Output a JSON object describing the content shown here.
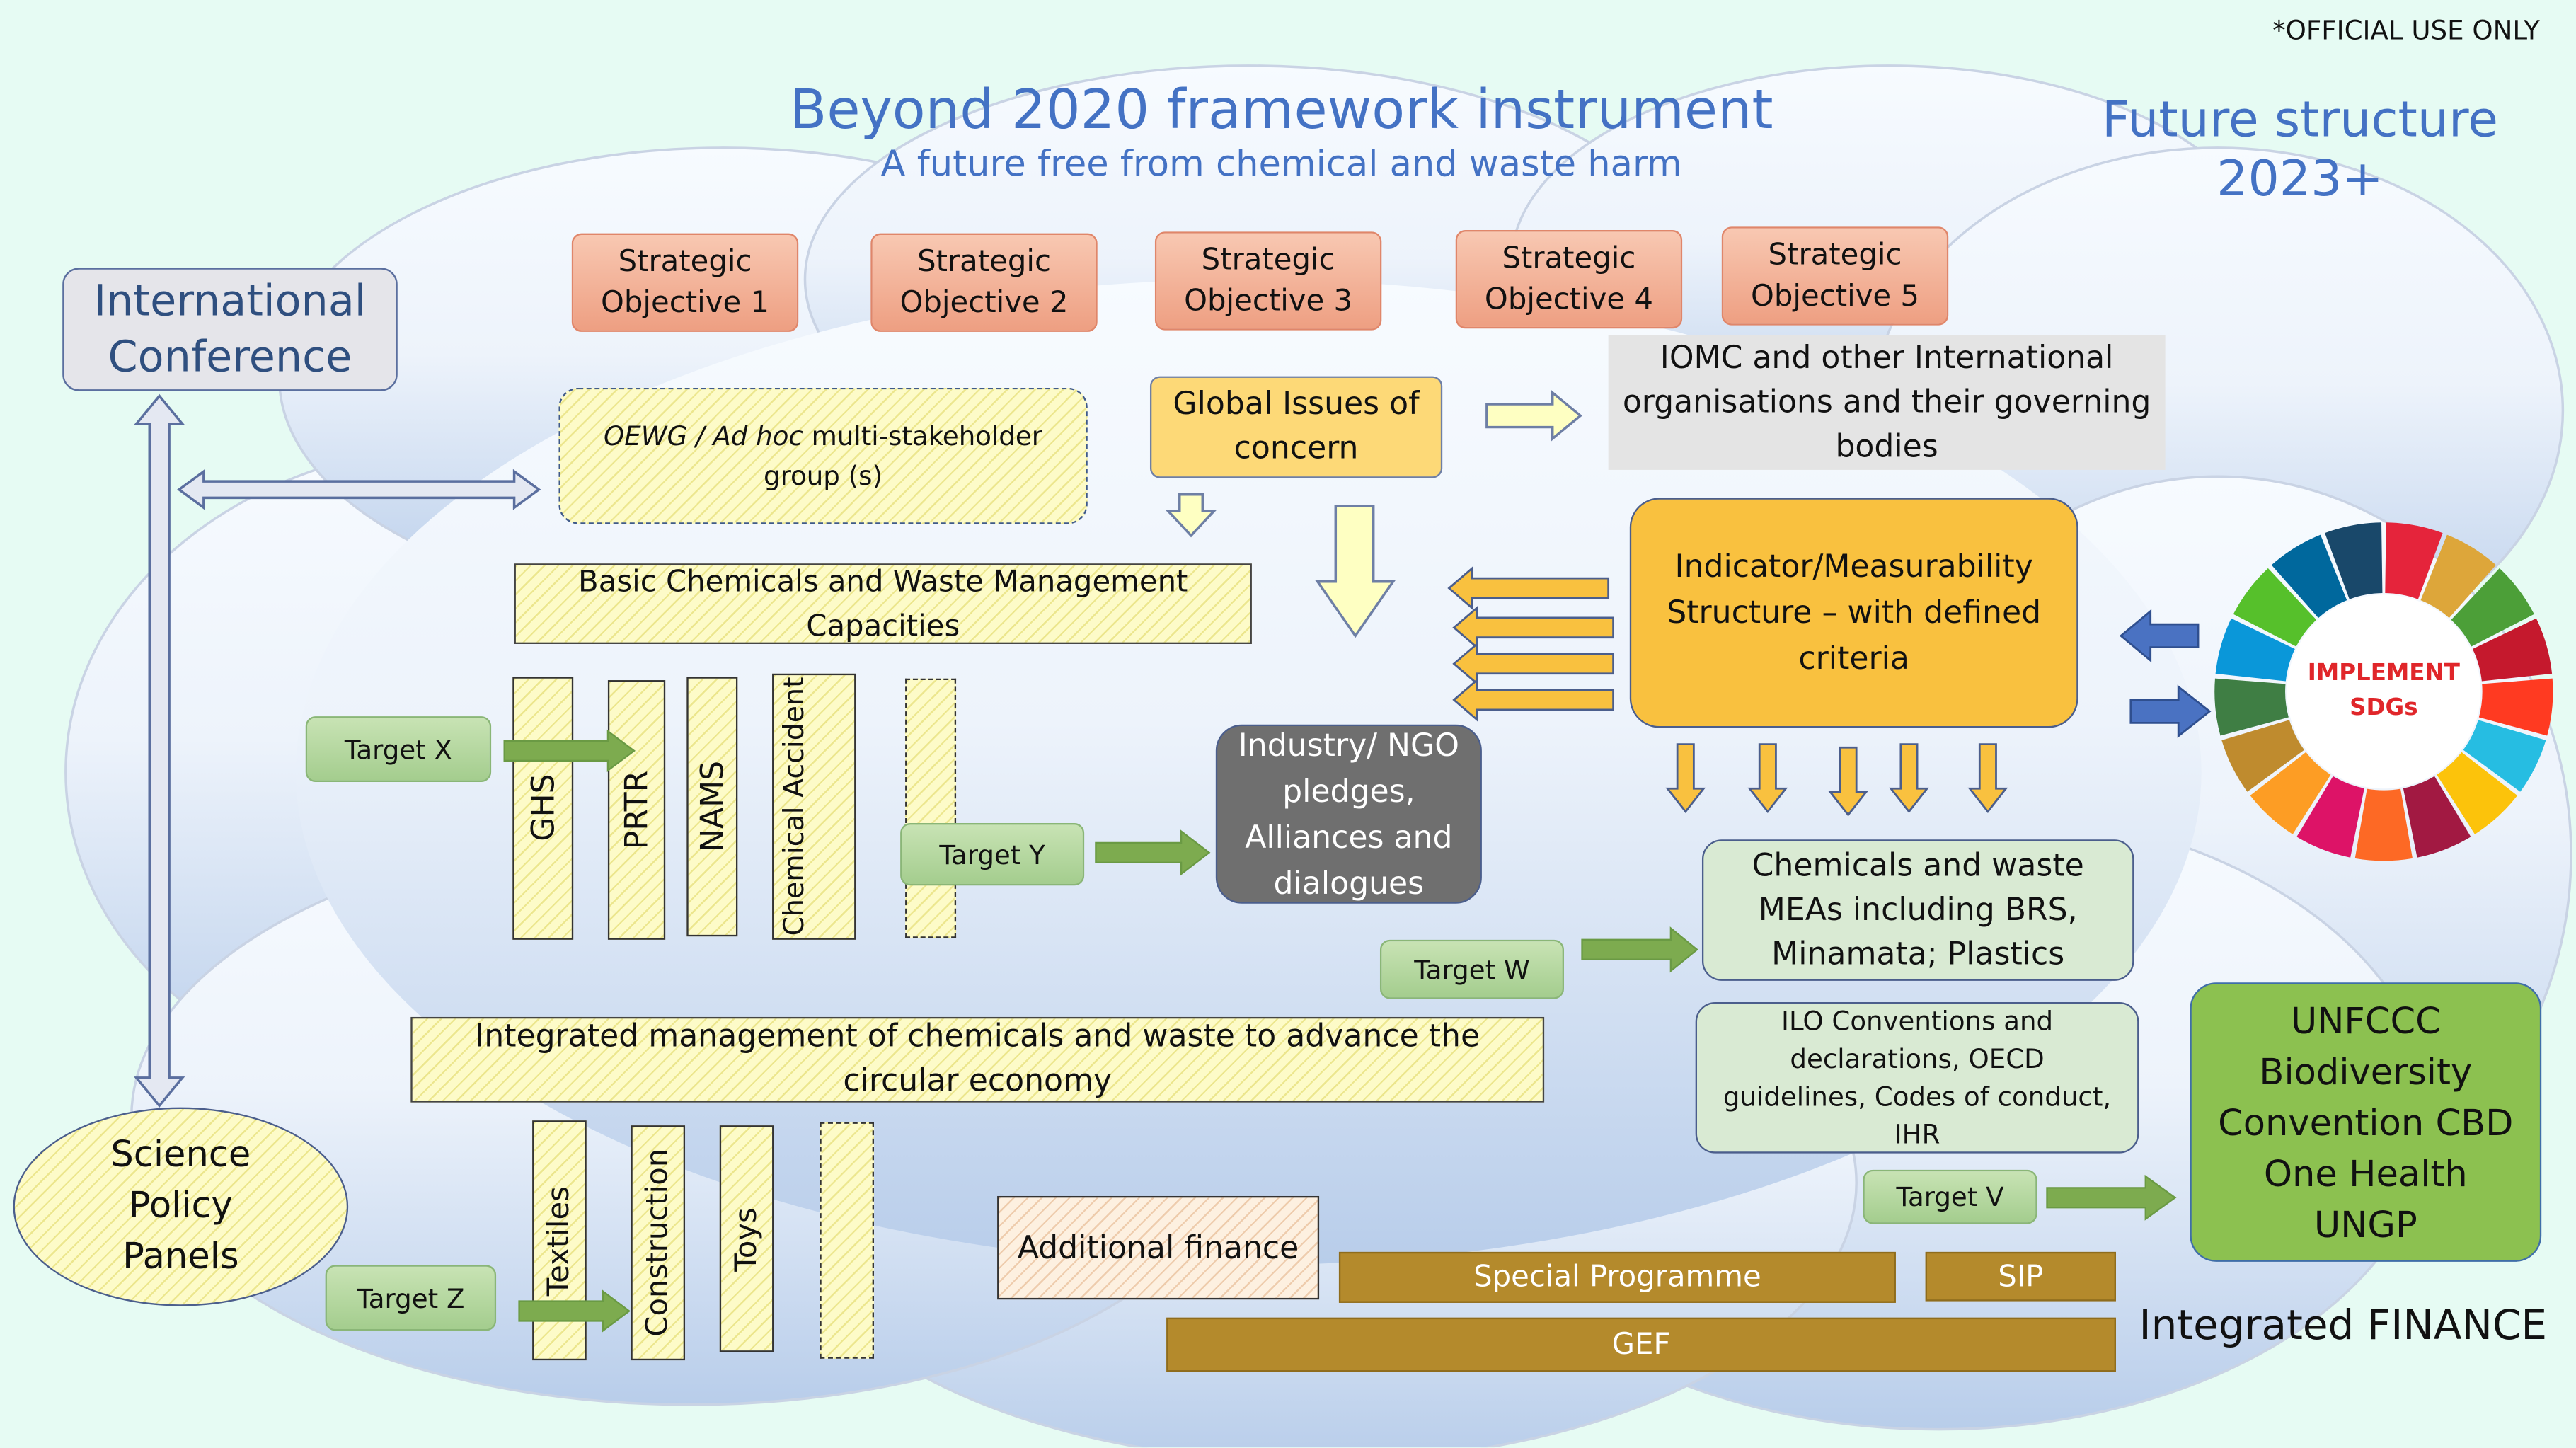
{
  "official": "*OFFICIAL USE ONLY",
  "title": "Beyond 2020 framework instrument",
  "subtitle": "A future free from chemical and waste harm",
  "future_structure": [
    "Future structure",
    "2023+"
  ],
  "objectives": [
    "Strategic Objective 1",
    "Strategic Objective 2",
    "Strategic Objective 3",
    "Strategic Objective 4",
    "Strategic Objective 5"
  ],
  "international_conference": "International Conference",
  "oewg": {
    "italic": "OEWG / Ad hoc",
    "rest": " multi-stakeholder group (s)"
  },
  "global_issues": "Global Issues of concern",
  "iomc": "IOMC and other International organisations and their governing bodies",
  "basic_capacities": "Basic Chemicals and Waste Management Capacities",
  "indicator": "Indicator/Measurability Structure – with defined criteria",
  "sdgs": "IMPLEMENT SDGs",
  "basic_columns": [
    "GHS",
    "PRTR",
    "NAMS",
    "Chemical Accident",
    ""
  ],
  "targets": {
    "x": "Target X",
    "y": "Target Y",
    "w": "Target W",
    "v": "Target V",
    "z": "Target Z"
  },
  "industry": "Industry/ NGO pledges, Alliances and dialogues",
  "meas": "Chemicals and waste MEAs including BRS, Minamata; Plastics",
  "ilo": "ILO Conventions and declarations, OECD guidelines, Codes of conduct, IHR",
  "unfccc": [
    "UNFCCC",
    "Biodiversity",
    "Convention CBD",
    "One Health",
    "UNGP"
  ],
  "integrated": "Integrated management of chemicals and waste to advance the circular economy",
  "science": [
    "Science",
    "Policy",
    "Panels"
  ],
  "sector_columns": [
    "Textiles",
    "Construction",
    "Toys",
    ""
  ],
  "finance": {
    "additional": "Additional finance",
    "special": "Special Programme",
    "sip": "SIP",
    "gef": "GEF",
    "integrated": "Integrated FINANCE"
  },
  "colors": {
    "title_blue": "#4472c4",
    "so_orange": "#f4b183",
    "target_green": "#a9d18e",
    "gold": "#b48a2c",
    "indicator_orange": "#f9c13f"
  }
}
